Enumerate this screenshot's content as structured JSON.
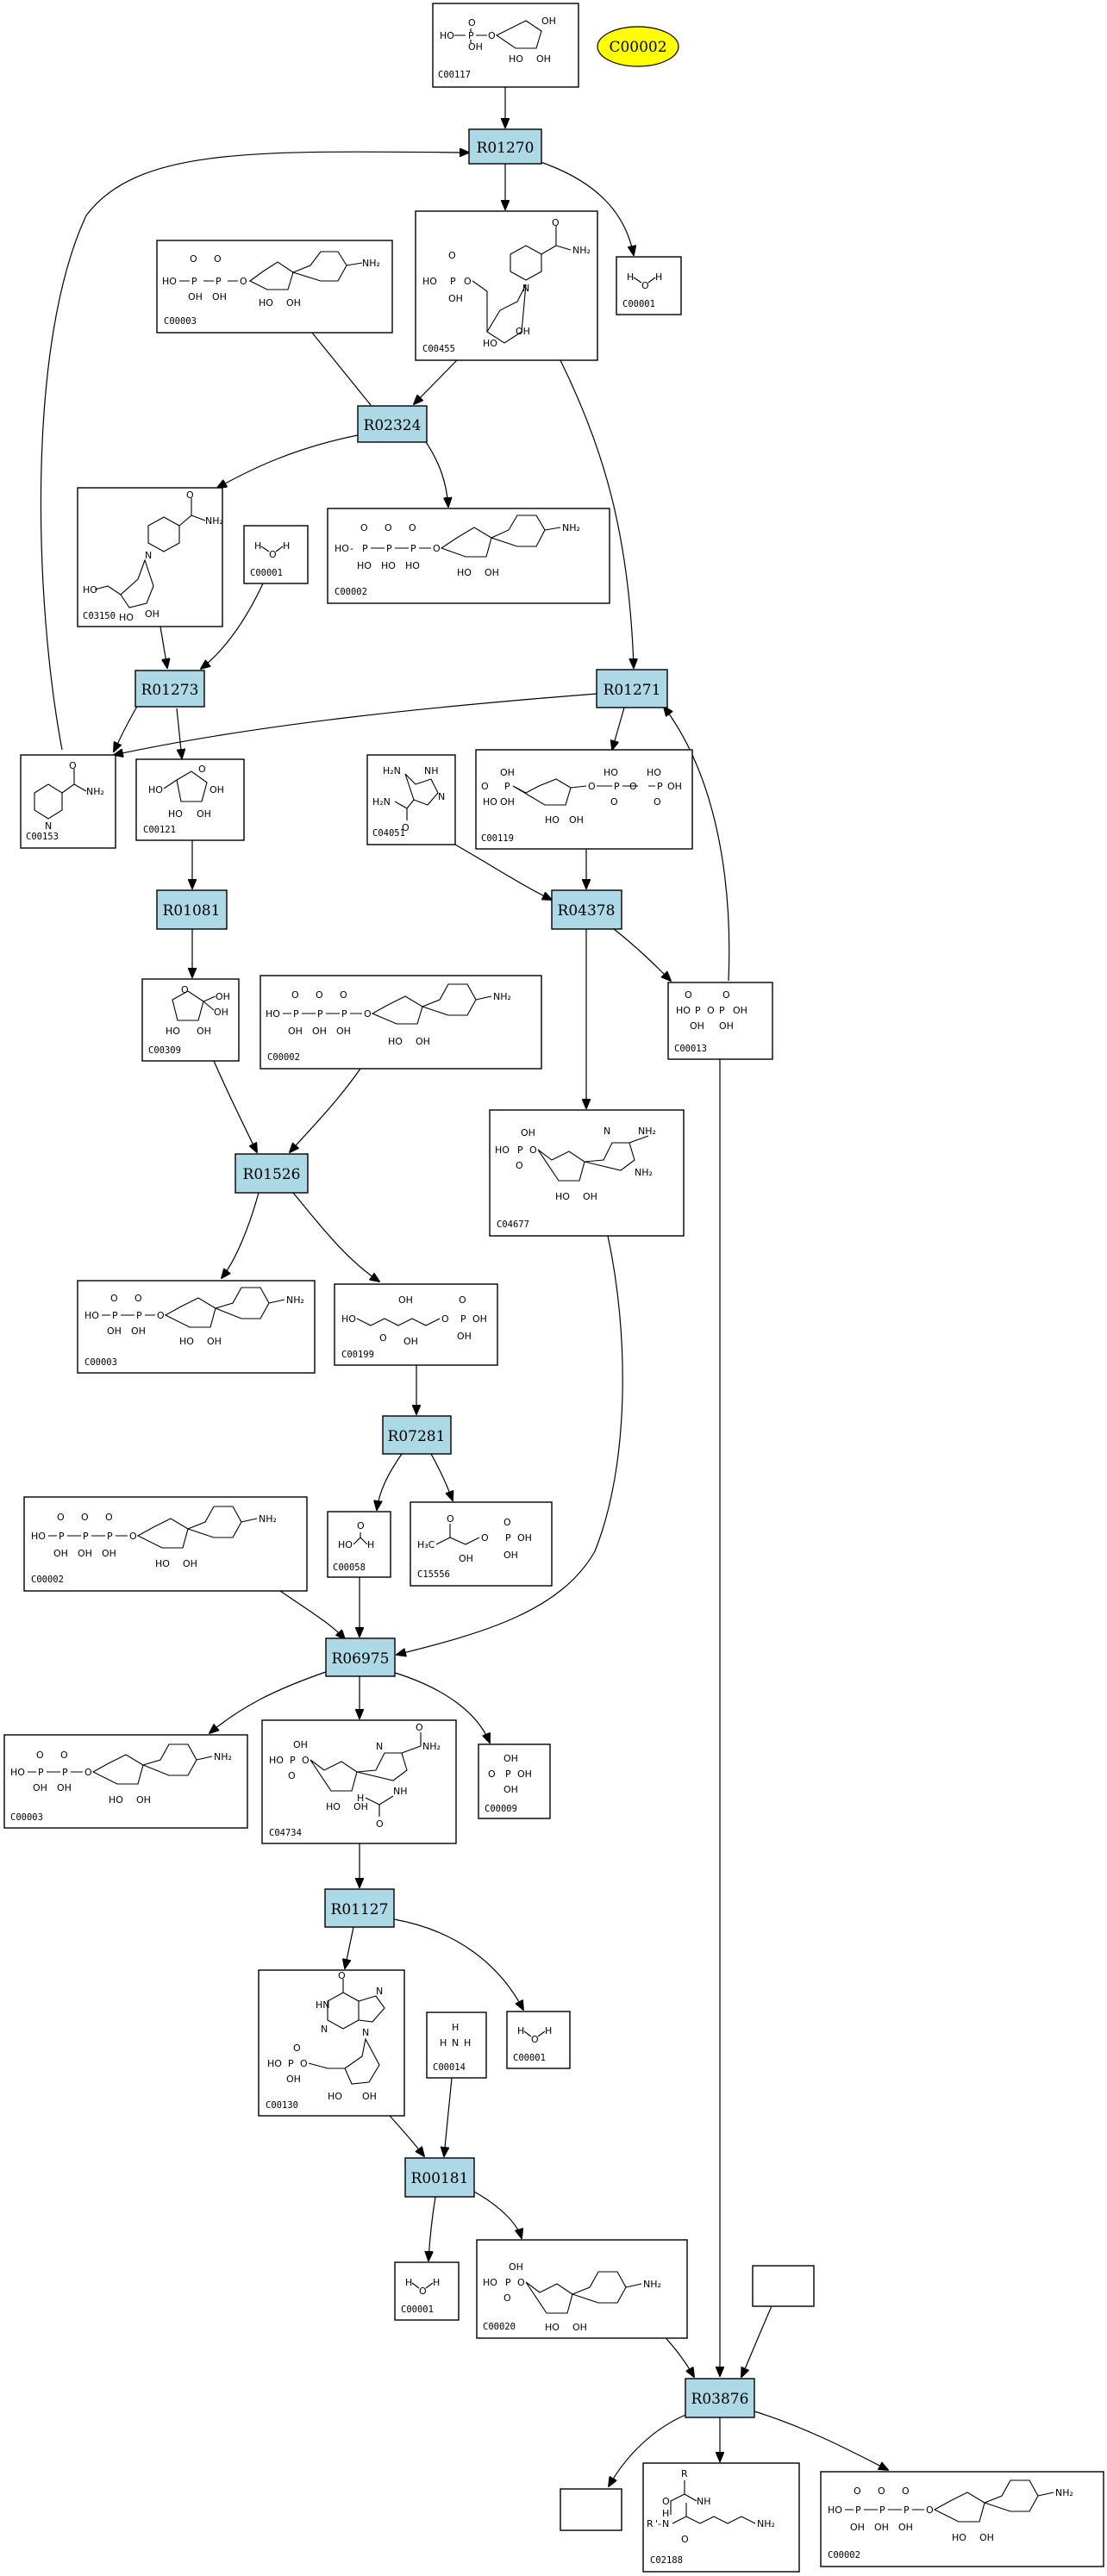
{
  "reactions": [
    {
      "id": "R01270"
    },
    {
      "id": "R02324"
    },
    {
      "id": "R01273"
    },
    {
      "id": "R01271"
    },
    {
      "id": "R01081"
    },
    {
      "id": "R04378"
    },
    {
      "id": "R01526"
    },
    {
      "id": "R07281"
    },
    {
      "id": "R06975"
    },
    {
      "id": "R01127"
    },
    {
      "id": "R00181"
    },
    {
      "id": "R03876"
    }
  ],
  "compounds": [
    {
      "id": "C00117"
    },
    {
      "id": "C00003"
    },
    {
      "id": "C00455"
    },
    {
      "id": "C00001"
    },
    {
      "id": "C03150"
    },
    {
      "id": "C00001"
    },
    {
      "id": "C00002"
    },
    {
      "id": "C00153"
    },
    {
      "id": "C00121"
    },
    {
      "id": "C04051"
    },
    {
      "id": "C00119"
    },
    {
      "id": "C00309"
    },
    {
      "id": "C00002"
    },
    {
      "id": "C00013"
    },
    {
      "id": "C04677"
    },
    {
      "id": "C00003"
    },
    {
      "id": "C00199"
    },
    {
      "id": "C00002"
    },
    {
      "id": "C00058"
    },
    {
      "id": "C15556"
    },
    {
      "id": "C00003"
    },
    {
      "id": "C04734"
    },
    {
      "id": "C00009"
    },
    {
      "id": "C00130"
    },
    {
      "id": "C00014"
    },
    {
      "id": "C00001"
    },
    {
      "id": "C00001"
    },
    {
      "id": "C00020"
    },
    {
      "id": "C02188"
    },
    {
      "id": "C00002"
    }
  ],
  "highlight": {
    "label": "C00002",
    "color": "#ffff00"
  },
  "colors": {
    "reaction_fill": "#add8e6",
    "edge": "#000000"
  }
}
